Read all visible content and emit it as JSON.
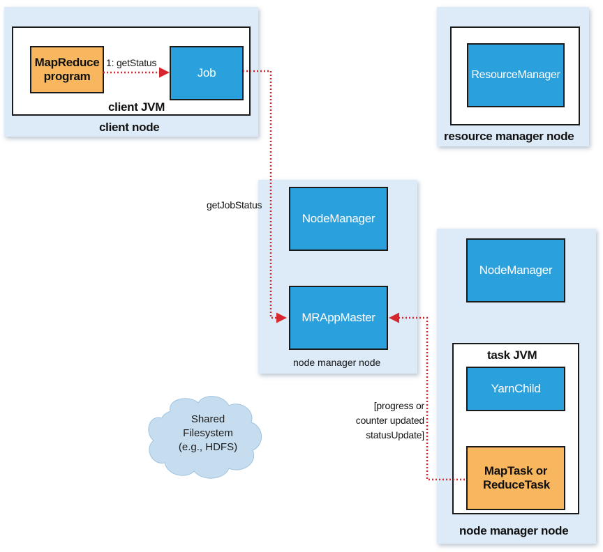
{
  "client_node": {
    "node_label": "client node",
    "jvm_label": "client JVM",
    "program_box": "MapReduce program",
    "job_box": "Job"
  },
  "resource_manager_node": {
    "node_label": "resource manager node",
    "box": "ResourceManager"
  },
  "app_master_node": {
    "node_label": "node manager node",
    "node_manager_box": "NodeManager",
    "app_master_box": "MRAppMaster"
  },
  "task_node": {
    "node_label": "node manager node",
    "node_manager_box": "NodeManager",
    "jvm_label": "task JVM",
    "yarn_child_box": "YarnChild",
    "task_box": "MapTask or ReduceTask"
  },
  "cloud": {
    "line1": "Shared",
    "line2": "Filesystem",
    "line3": "(e.g., HDFS)"
  },
  "messages": {
    "get_status": "1: getStatus",
    "get_job_status": "getJobStatus",
    "update_line1": "[progress or",
    "update_line2": "counter updated",
    "update_line3": "statusUpdate]"
  },
  "colors": {
    "node_bg": "#dcebf7",
    "component_blue": "#2aa0dc",
    "component_orange": "#f8b65f",
    "arrow_red": "#d6262e"
  }
}
